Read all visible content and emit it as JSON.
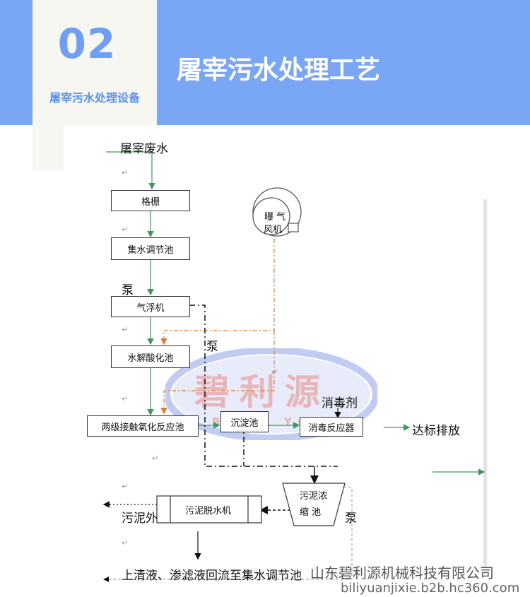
{
  "header": {
    "number": "02",
    "subtitle": "屠宰污水处理设备",
    "title": "屠宰污水处理工艺"
  },
  "diagram": {
    "source": "屠宰废水",
    "grating": "格栅",
    "collection_tank": "集水调节池",
    "pump": "泵",
    "air_flotation": "气浮机",
    "hydrolysis": "水解酸化池",
    "contact_oxidation": "两级接触氧化反应池",
    "sedimentation": "沉淀池",
    "disinfectant": "消毒剂",
    "disinfection_reactor": "消毒反应器",
    "discharge": "达标排放",
    "sludge_thickener_l1": "污泥浓",
    "sludge_thickener_l2": "缩  池",
    "sludge_dewatering": "污泥脱水机",
    "sludge_out": "污泥外",
    "return_flow": "上清液、渗滤液回流至集水调节池",
    "blower_l1": "曝 气",
    "blower_l2": "风机",
    "return_mark": "↵"
  },
  "watermark": {
    "brand": "碧利源",
    "pinyin": "Bi Li Yuan"
  },
  "footer": {
    "company": "山东碧利源机械科技有限公司",
    "website": "biliyuanjixie.b2b.hc360.com"
  }
}
